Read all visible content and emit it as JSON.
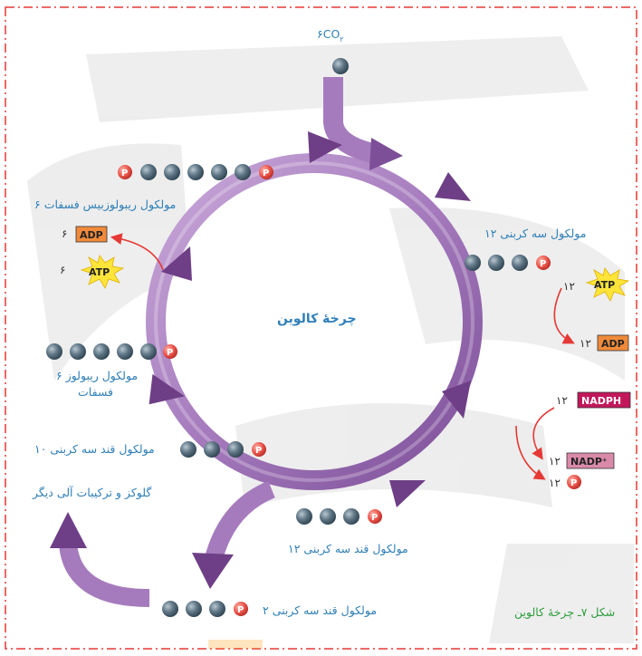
{
  "inputs": {
    "co2": "۶CO",
    "co2_sub": "۲"
  },
  "cycle_title": "چرخهٔ کالوین",
  "labels": {
    "rubp": "۶ مولکول ریبولوزبیس فسفات",
    "three_carbon_12": "۱۲ مولکول سه کربنی",
    "ribulose_p_line1": "۶ مولکول ریبولوز",
    "ribulose_p_line2": "فسفات",
    "sugar3_10": "۱۰ مولکول قند سه کربنی",
    "glucose": "گلوکز و ترکیبات آلی دیگر",
    "sugar3_12": "۱۲ مولکول قند سه کربنی",
    "sugar3_2": "۲ مولکول قند سه کربنی",
    "caption": "شکل ۷ـ چرخهٔ کالوین"
  },
  "molecules": {
    "atp": "ATP",
    "adp": "ADP",
    "nadph": "NADPH",
    "nadp": "NADP⁺",
    "p": "P"
  },
  "counts": {
    "left_adp": "۶",
    "left_atp": "۶",
    "right_atp": "۱۲",
    "right_adp": "۱۲",
    "nadph": "۱۲",
    "nadp": "۱۲",
    "p_out": "۱۲"
  },
  "colors": {
    "arrow": "#9b6bb0",
    "arrow_dark": "#6e3f86",
    "ball": "#4f6573",
    "phosphate": "#e8534a",
    "atp_burst": "#ffe53a",
    "adp_box": "#f08a3a",
    "nadph_box": "#c2185b",
    "nadp_box": "#d98aa8",
    "label": "#2f7fb8",
    "caption": "#2e9e3e",
    "border": "#e53935"
  }
}
